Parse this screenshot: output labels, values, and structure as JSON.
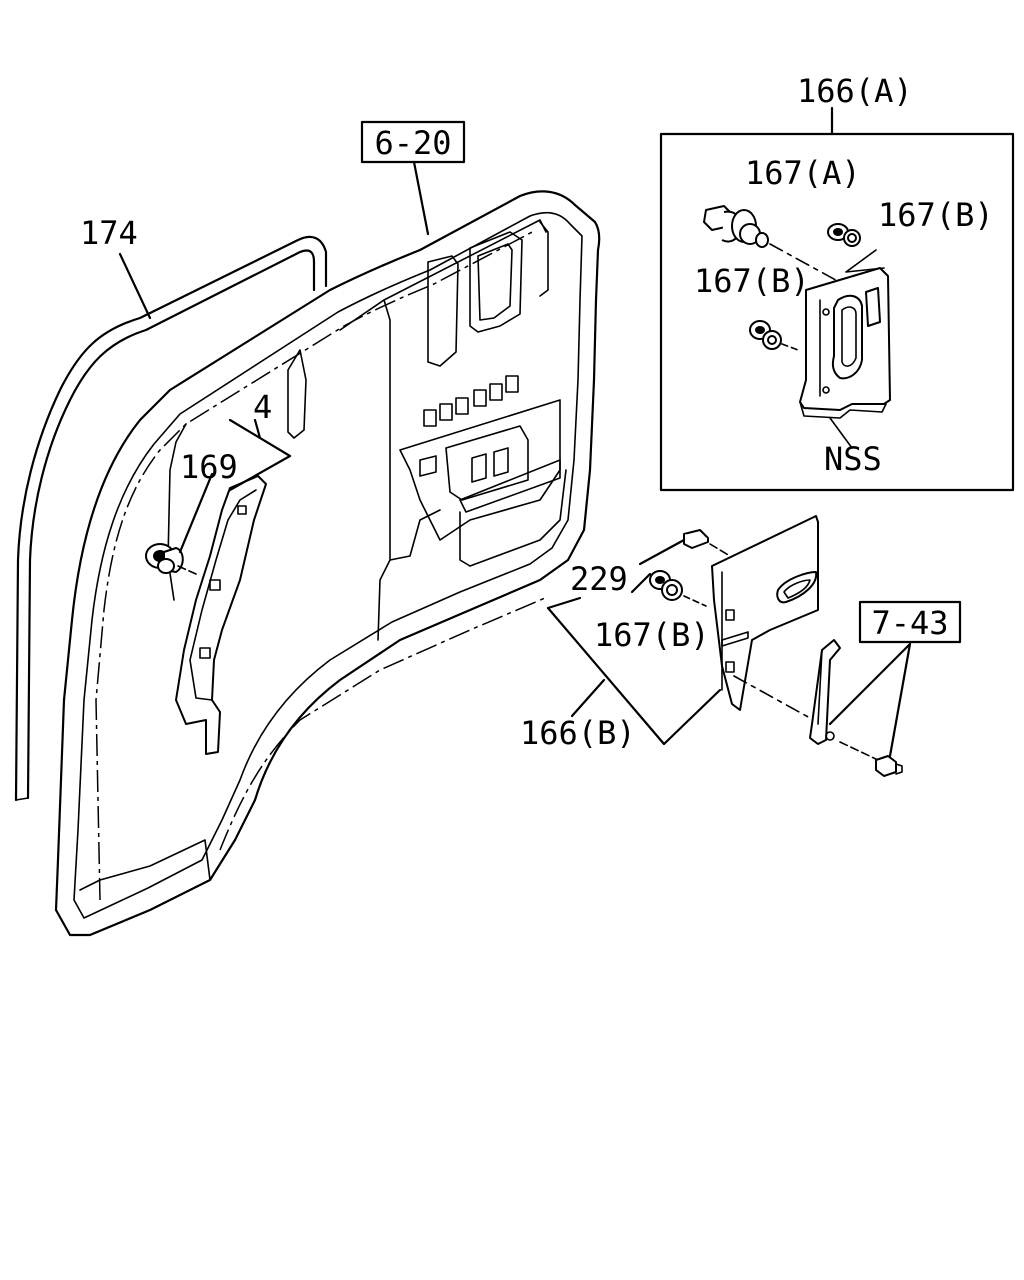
{
  "labels": {
    "ref_6_20": "6-20",
    "ref_7_43": "7-43",
    "part_174": "174",
    "part_4": "4",
    "part_169": "169",
    "part_229": "229",
    "part_166a": "166(A)",
    "part_167a": "167(A)",
    "part_167b_top": "167(B)",
    "part_167b_mid": "167(B)",
    "part_167b_lower": "167(B)",
    "part_166b": "166(B)",
    "nss": "NSS"
  }
}
